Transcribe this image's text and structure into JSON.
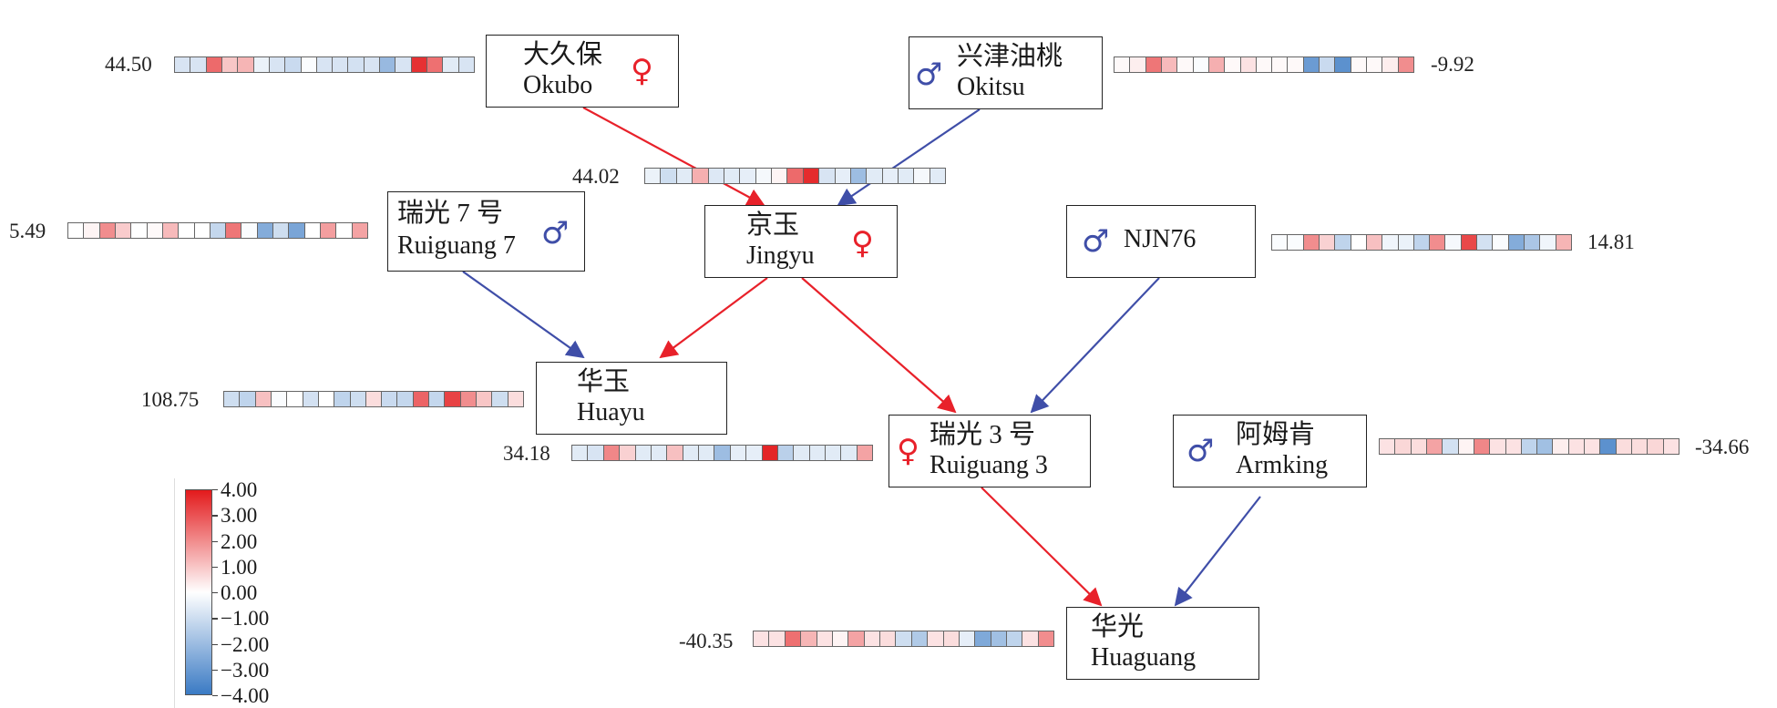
{
  "colors": {
    "female": "#e8212a",
    "male": "#3f4ea8",
    "scale_max": "#e31a1c",
    "scale_mid": "#ffffff",
    "scale_min": "#3a7ac4"
  },
  "legend": {
    "range": [
      -4,
      4
    ],
    "ticks": [
      "4.00",
      "3.00",
      "2.00",
      "1.00",
      "0.00",
      "−1.00",
      "−2.00",
      "−3.00",
      "−4.00"
    ]
  },
  "nodes": [
    {
      "id": "okubo",
      "cn": "大久保",
      "en": "Okubo",
      "sex": "female",
      "sex_symbol": "♀",
      "score": "44.50",
      "values": [
        -0.8,
        -0.8,
        2.6,
        1.0,
        1.3,
        -0.4,
        -0.8,
        -1.1,
        -0.1,
        -0.8,
        -0.8,
        -0.9,
        -0.8,
        -2.1,
        -0.8,
        3.6,
        2.5,
        -0.6,
        -0.8
      ]
    },
    {
      "id": "okitsu",
      "cn": "兴津油桃",
      "en": "Okitsu",
      "sex": "male",
      "sex_symbol": "♂",
      "score": "-9.92",
      "values": [
        0.1,
        0.3,
        2.4,
        1.2,
        0.1,
        -0.1,
        1.4,
        0.1,
        0.5,
        0.1,
        0.1,
        0.1,
        -3.0,
        -1.1,
        -3.3,
        0.1,
        0.1,
        0.3,
        2.0
      ]
    },
    {
      "id": "jingyu",
      "cn": "京玉",
      "en": "Jingyu",
      "sex": "female",
      "sex_symbol": "♀",
      "score": "44.02",
      "values": [
        -0.4,
        -1.0,
        -0.6,
        1.4,
        -0.7,
        -0.6,
        -0.5,
        -0.2,
        0.2,
        2.6,
        3.7,
        -0.8,
        -0.5,
        -2.0,
        -0.6,
        -0.5,
        -0.6,
        -0.2,
        -0.6
      ]
    },
    {
      "id": "ruiguang7",
      "cn": "瑞光 7 号",
      "en": "Ruiguang 7",
      "sex": "male",
      "sex_symbol": "♂",
      "score": "5.49",
      "values": [
        0.0,
        0.2,
        2.0,
        0.9,
        0.0,
        0.1,
        1.2,
        0.0,
        0.0,
        -1.2,
        2.4,
        -0.1,
        -2.5,
        -1.0,
        -2.7,
        0.0,
        1.7,
        0.0,
        1.6
      ]
    },
    {
      "id": "njn76",
      "cn": "",
      "en": "NJN76",
      "sex": "male",
      "sex_symbol": "♂",
      "score": "14.81",
      "values": [
        -0.1,
        -0.1,
        2.0,
        0.8,
        -1.3,
        0.0,
        1.1,
        -0.3,
        -0.4,
        -1.3,
        2.0,
        -0.2,
        3.2,
        -0.9,
        -0.1,
        -2.5,
        -1.7,
        -0.3,
        1.3
      ]
    },
    {
      "id": "huayu",
      "cn": "华玉",
      "en": "Huayu",
      "sex": "",
      "sex_symbol": "",
      "score": "108.75",
      "values": [
        -1.0,
        -1.3,
        1.1,
        -0.1,
        0.0,
        -0.9,
        0.0,
        -1.3,
        -1.0,
        0.6,
        -1.1,
        -1.2,
        2.7,
        -1.2,
        3.3,
        2.0,
        1.0,
        -1.0,
        0.6
      ]
    },
    {
      "id": "ruiguang3",
      "cn": "瑞光 3 号",
      "en": "Ruiguang 3",
      "sex": "female",
      "sex_symbol": "♀",
      "score": "34.18",
      "values": [
        -0.6,
        -0.8,
        2.1,
        0.8,
        -0.6,
        -0.6,
        1.1,
        -0.6,
        -0.6,
        -2.0,
        -0.5,
        -0.5,
        3.8,
        -1.4,
        -0.6,
        -0.6,
        -0.6,
        -0.6,
        1.6
      ]
    },
    {
      "id": "armking",
      "cn": "阿姆肯",
      "en": "Armking",
      "sex": "male",
      "sex_symbol": "♂",
      "score": "-34.66",
      "values": [
        0.5,
        0.7,
        0.6,
        1.6,
        -0.9,
        0.2,
        2.1,
        0.5,
        0.5,
        -1.3,
        -1.9,
        0.3,
        0.5,
        0.5,
        -3.3,
        0.6,
        0.6,
        0.7,
        0.5
      ]
    },
    {
      "id": "huaguang",
      "cn": "华光",
      "en": "Huaguang",
      "sex": "",
      "sex_symbol": "",
      "score": "-40.35",
      "values": [
        0.5,
        0.5,
        2.5,
        1.3,
        0.5,
        0.2,
        1.6,
        0.5,
        0.6,
        -1.0,
        -1.6,
        0.5,
        0.6,
        -0.5,
        -2.6,
        -1.9,
        -1.3,
        0.5,
        2.0
      ]
    }
  ],
  "edges": [
    {
      "from": "okubo",
      "to": "jingyu",
      "parent_sex": "female"
    },
    {
      "from": "okitsu",
      "to": "jingyu",
      "parent_sex": "male"
    },
    {
      "from": "ruiguang7",
      "to": "huayu",
      "parent_sex": "male"
    },
    {
      "from": "jingyu",
      "to": "huayu",
      "parent_sex": "female"
    },
    {
      "from": "jingyu",
      "to": "ruiguang3",
      "parent_sex": "female"
    },
    {
      "from": "njn76",
      "to": "ruiguang3",
      "parent_sex": "male"
    },
    {
      "from": "ruiguang3",
      "to": "huaguang",
      "parent_sex": "female"
    },
    {
      "from": "armking",
      "to": "huaguang",
      "parent_sex": "male"
    }
  ]
}
